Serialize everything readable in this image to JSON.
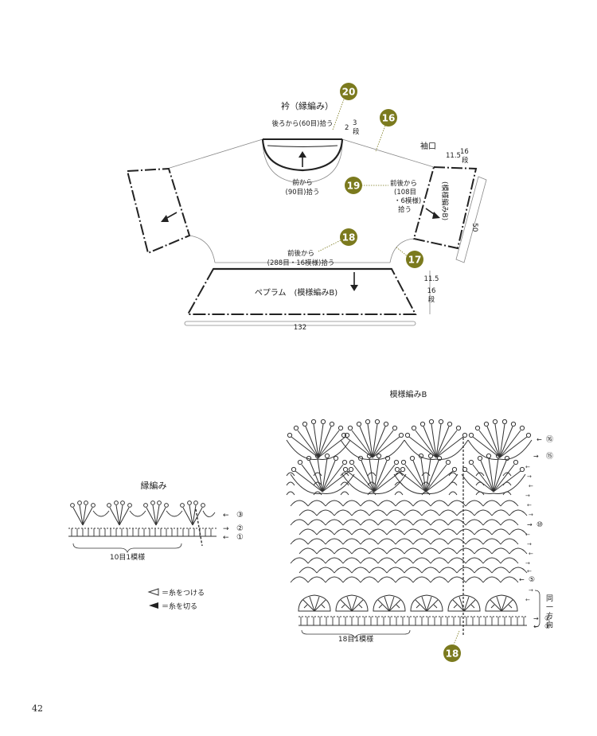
{
  "top": {
    "collar_title": "衿（縁編み）",
    "collar_pick": "後ろから(60目)拾う",
    "collar_rows_num": "2",
    "collar_rows_frac": "3",
    "collar_rows_unit": "段",
    "front_pick_line1": "前から",
    "front_pick_line2": "(90目)拾う",
    "cuff_title": "袖口",
    "cuff_w": "11.5",
    "cuff_rows_frac": "16",
    "cuff_rows_unit": "段",
    "cuff_pattern": "(模様編みB)",
    "sleeve_pick": [
      "前後から",
      "(108目",
      "・6模様)",
      "拾う"
    ],
    "sleeve_len": "50",
    "body_pick1": "前後から",
    "body_pick2": "(288目・16模様)拾う",
    "peplum": "ペプラム　(模様編みB)",
    "peplum_h": "11.5",
    "peplum_rows_frac": "16",
    "peplum_rows_unit": "段",
    "peplum_w": "132"
  },
  "badges": [
    "20",
    "16",
    "19",
    "18",
    "17",
    "18"
  ],
  "edging": {
    "title": "縁編み",
    "repeat": "10目1模様",
    "rows": [
      "③",
      "②",
      "①"
    ]
  },
  "legend": {
    "attach": "＝糸をつける",
    "cut": "＝糸を切る"
  },
  "patternB": {
    "title": "模様編みB",
    "repeat": "18目1模様",
    "rows": [
      "⑯",
      "⑮",
      "⑩",
      "⑤",
      "②",
      "①"
    ],
    "same_dir": [
      "同",
      "一",
      "方",
      "向"
    ]
  },
  "page_number": "42",
  "colors": {
    "badge": "#7b7a1e",
    "line": "#222222"
  }
}
